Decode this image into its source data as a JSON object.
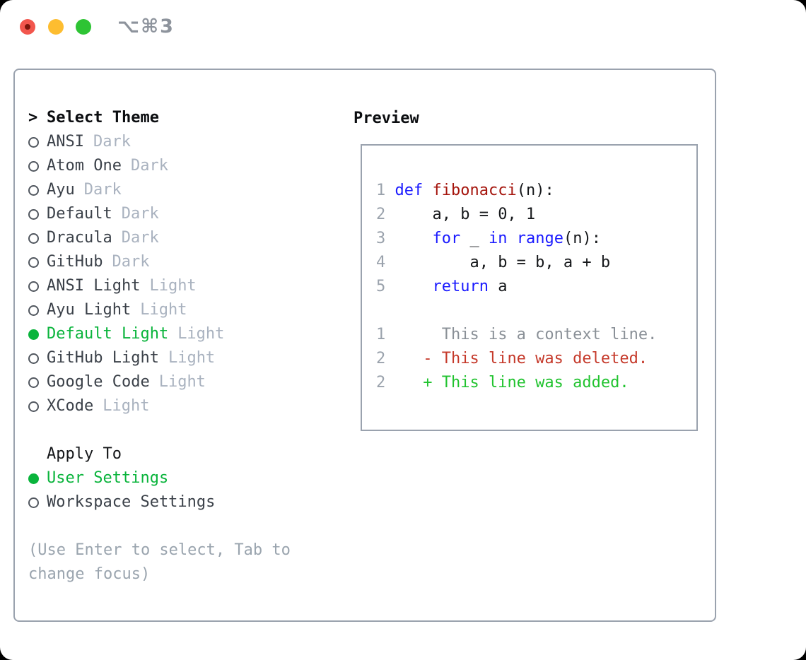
{
  "window": {
    "title": "⌥⌘3",
    "traffic_lights": [
      "close-button",
      "minimize-button",
      "zoom-button"
    ]
  },
  "theme_picker": {
    "header": {
      "marker": ">",
      "label": "Select Theme"
    },
    "themes": [
      {
        "name": "ANSI",
        "tag": "Dark",
        "selected": false
      },
      {
        "name": "Atom One",
        "tag": "Dark",
        "selected": false
      },
      {
        "name": "Ayu",
        "tag": "Dark",
        "selected": false
      },
      {
        "name": "Default",
        "tag": "Dark",
        "selected": false
      },
      {
        "name": "Dracula",
        "tag": "Dark",
        "selected": false
      },
      {
        "name": "GitHub",
        "tag": "Dark",
        "selected": false
      },
      {
        "name": "ANSI Light",
        "tag": "Light",
        "selected": false
      },
      {
        "name": "Ayu Light",
        "tag": "Light",
        "selected": false
      },
      {
        "name": "Default Light",
        "tag": "Light",
        "selected": true
      },
      {
        "name": "GitHub Light",
        "tag": "Light",
        "selected": false
      },
      {
        "name": "Google Code",
        "tag": "Light",
        "selected": false
      },
      {
        "name": "XCode",
        "tag": "Light",
        "selected": false
      }
    ]
  },
  "apply_to": {
    "label": "Apply To",
    "options": [
      {
        "name": "User Settings",
        "selected": true
      },
      {
        "name": "Workspace Settings",
        "selected": false
      }
    ]
  },
  "hint": "(Use Enter to select, Tab to change focus)",
  "preview": {
    "label": "Preview",
    "lines": [
      [
        [
          "1",
          "gut"
        ],
        [
          " ",
          "pl"
        ],
        [
          "def",
          "kw"
        ],
        [
          " ",
          "pl"
        ],
        [
          "fibonacci",
          "fn"
        ],
        [
          "(n):",
          "pl"
        ]
      ],
      [
        [
          "2",
          "gut"
        ],
        [
          "     a, b = 0, 1",
          "pl"
        ]
      ],
      [
        [
          "3",
          "gut"
        ],
        [
          "     ",
          "pl"
        ],
        [
          "for",
          "kw"
        ],
        [
          " _ ",
          "pl"
        ],
        [
          "in",
          "kw"
        ],
        [
          " ",
          "pl"
        ],
        [
          "range",
          "kw"
        ],
        [
          "(n):",
          "pl"
        ]
      ],
      [
        [
          "4",
          "gut"
        ],
        [
          "         a, b = b, a + b",
          "pl"
        ]
      ],
      [
        [
          "5",
          "gut"
        ],
        [
          "     ",
          "pl"
        ],
        [
          "return",
          "kw"
        ],
        [
          " a",
          "pl"
        ]
      ],
      [],
      [
        [
          "1",
          "gut"
        ],
        [
          "      This is a context line.",
          "ctx"
        ]
      ],
      [
        [
          "2",
          "gut"
        ],
        [
          "    ",
          "pl"
        ],
        [
          "- This line was deleted.",
          "del"
        ]
      ],
      [
        [
          "2",
          "gut"
        ],
        [
          "    ",
          "pl"
        ],
        [
          "+ This line was added.",
          "add"
        ]
      ]
    ]
  },
  "colors": {
    "accent_green": "#0ab43c",
    "keyword_blue": "#1a1aff",
    "function_red": "#a5150d",
    "deleted_red": "#c5392a",
    "added_green": "#21c32f",
    "context_gray": "#8a9097",
    "muted_gray": "#a9b2bf",
    "border_gray": "#9aa2ae",
    "traffic_red": "#f2564d",
    "traffic_yellow": "#fdbd30",
    "traffic_green": "#2ec434"
  }
}
